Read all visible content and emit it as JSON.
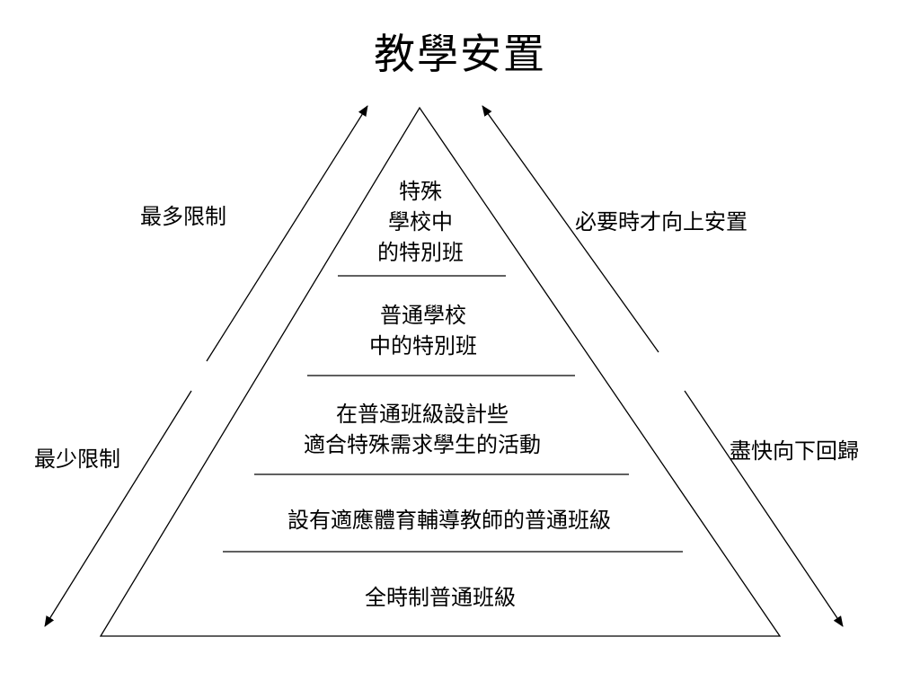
{
  "title": "教學安置",
  "tiers": [
    {
      "text": "特殊\n學校中\n的特別班"
    },
    {
      "text": "普通學校\n中的特別班"
    },
    {
      "text": "在普通班級設計些\n適合特殊需求學生的活動"
    },
    {
      "text": "設有適應體育輔導教師的普通班級"
    },
    {
      "text": "全時制普通班級"
    }
  ],
  "left_axis": {
    "top_label": "最多限制",
    "bottom_label": "最少限制"
  },
  "right_axis": {
    "top_label": "必要時才向上安置",
    "bottom_label": "盡快向下回歸"
  },
  "colors": {
    "line": "#000000",
    "background": "#ffffff"
  }
}
